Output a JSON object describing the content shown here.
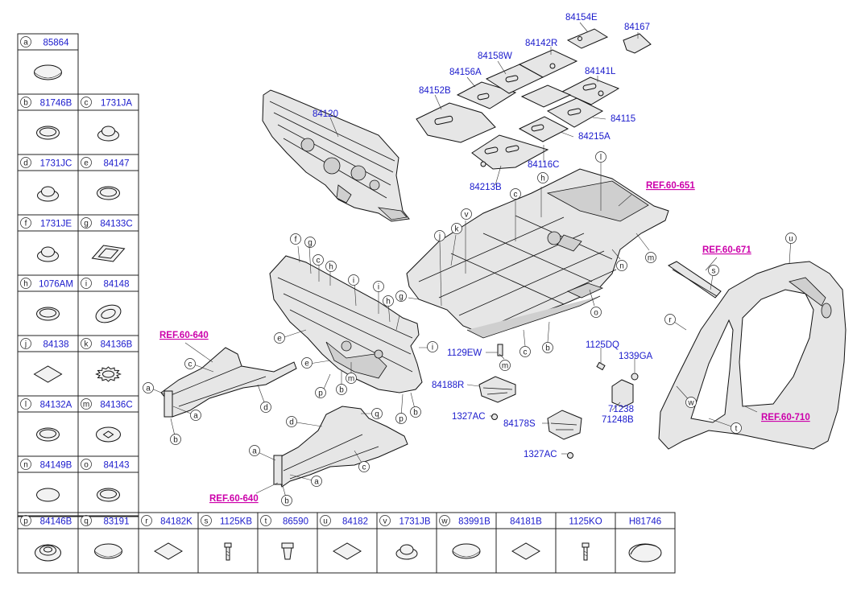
{
  "table": {
    "rows": [
      [
        {
          "letter": "a",
          "part": "85864",
          "icon": "round-cap"
        }
      ],
      [
        {
          "letter": "b",
          "part": "81746B",
          "icon": "round-plug"
        },
        {
          "letter": "c",
          "part": "1731JA",
          "icon": "dome-plug"
        }
      ],
      [
        {
          "letter": "d",
          "part": "1731JC",
          "icon": "dome-plug"
        },
        {
          "letter": "e",
          "part": "84147",
          "icon": "round-plug"
        }
      ],
      [
        {
          "letter": "f",
          "part": "1731JE",
          "icon": "dome-plug"
        },
        {
          "letter": "g",
          "part": "84133C",
          "icon": "rect-plug"
        }
      ],
      [
        {
          "letter": "h",
          "part": "1076AM",
          "icon": "round-plug"
        },
        {
          "letter": "i",
          "part": "84148",
          "icon": "oval-plug"
        }
      ],
      [
        {
          "letter": "j",
          "part": "84138",
          "icon": "pad"
        },
        {
          "letter": "k",
          "part": "84136B",
          "icon": "gear-plug"
        }
      ],
      [
        {
          "letter": "l",
          "part": "84132A",
          "icon": "round-plug"
        },
        {
          "letter": "m",
          "part": "84136C",
          "icon": "star-plug"
        }
      ],
      [
        {
          "letter": "n",
          "part": "84149B",
          "icon": "flat-oval"
        },
        {
          "letter": "o",
          "part": "84143",
          "icon": "round-plug"
        }
      ]
    ],
    "bottom": [
      {
        "letter": "p",
        "part": "84146B",
        "icon": "grommet"
      },
      {
        "letter": "q",
        "part": "83191",
        "icon": "round-cap"
      },
      {
        "letter": "r",
        "part": "84182K",
        "icon": "pad"
      },
      {
        "letter": "s",
        "part": "1125KB",
        "icon": "bolt"
      },
      {
        "letter": "t",
        "part": "86590",
        "icon": "clip"
      },
      {
        "letter": "u",
        "part": "84182",
        "icon": "pad"
      },
      {
        "letter": "v",
        "part": "1731JB",
        "icon": "dome-plug"
      },
      {
        "letter": "w",
        "part": "83991B",
        "icon": "round-cap"
      },
      {
        "letter": "",
        "part": "84181B",
        "icon": "pad"
      },
      {
        "letter": "",
        "part": "1125KO",
        "icon": "bolt"
      },
      {
        "letter": "",
        "part": "H81746",
        "icon": "big-cap"
      }
    ]
  },
  "callouts": {
    "p84120": "84120",
    "p84154E": "84154E",
    "p84167": "84167",
    "p84142R": "84142R",
    "p84158W": "84158W",
    "p84156A": "84156A",
    "p84141L": "84141L",
    "p84152B": "84152B",
    "p84115": "84115",
    "p84215A": "84215A",
    "p84116C": "84116C",
    "p84213B": "84213B",
    "p1129EW": "1129EW",
    "p84188R": "84188R",
    "p1327AC_1": "1327AC",
    "p84178S": "84178S",
    "p1327AC_2": "1327AC",
    "p1125DQ": "1125DQ",
    "p1339GA": "1339GA",
    "p71238": "71238",
    "p71248B": "71248B"
  },
  "refs": {
    "ref651": "REF.60-651",
    "ref671": "REF.60-671",
    "ref640a": "REF.60-640",
    "ref640b": "REF.60-640",
    "ref710": "REF.60-710"
  },
  "letters": [
    {
      "id": "l-h1",
      "t": "h"
    },
    {
      "id": "l-l1",
      "t": "l"
    },
    {
      "id": "l-c1",
      "t": "c"
    },
    {
      "id": "l-v1",
      "t": "v"
    },
    {
      "id": "l-k1",
      "t": "k"
    },
    {
      "id": "l-j1",
      "t": "j"
    },
    {
      "id": "l-n1",
      "t": "n"
    },
    {
      "id": "l-m1",
      "t": "m"
    },
    {
      "id": "l-g1",
      "t": "g"
    },
    {
      "id": "l-o1",
      "t": "o"
    },
    {
      "id": "l-c2",
      "t": "c"
    },
    {
      "id": "l-b1",
      "t": "b"
    },
    {
      "id": "l-m2",
      "t": "m"
    },
    {
      "id": "l-f1",
      "t": "f"
    },
    {
      "id": "l-g2",
      "t": "g"
    },
    {
      "id": "l-c3",
      "t": "c"
    },
    {
      "id": "l-h2",
      "t": "h"
    },
    {
      "id": "l-i1",
      "t": "i"
    },
    {
      "id": "l-i2",
      "t": "i"
    },
    {
      "id": "l-h3",
      "t": "h"
    },
    {
      "id": "l-i3",
      "t": "i"
    },
    {
      "id": "l-e1",
      "t": "e"
    },
    {
      "id": "l-e2",
      "t": "e"
    },
    {
      "id": "l-m3",
      "t": "m"
    },
    {
      "id": "l-b2",
      "t": "b"
    },
    {
      "id": "l-p1",
      "t": "p"
    },
    {
      "id": "l-p2",
      "t": "p"
    },
    {
      "id": "l-b3",
      "t": "b"
    },
    {
      "id": "l-c4",
      "t": "c"
    },
    {
      "id": "l-a1",
      "t": "a"
    },
    {
      "id": "l-a2",
      "t": "a"
    },
    {
      "id": "l-d1",
      "t": "d"
    },
    {
      "id": "l-b4",
      "t": "b"
    },
    {
      "id": "l-d2",
      "t": "d"
    },
    {
      "id": "l-q1",
      "t": "q"
    },
    {
      "id": "l-a3",
      "t": "a"
    },
    {
      "id": "l-c5",
      "t": "c"
    },
    {
      "id": "l-a4",
      "t": "a"
    },
    {
      "id": "l-b5",
      "t": "b"
    },
    {
      "id": "l-u1",
      "t": "u"
    },
    {
      "id": "l-s1",
      "t": "s"
    },
    {
      "id": "l-r1",
      "t": "r"
    },
    {
      "id": "l-w1",
      "t": "w"
    },
    {
      "id": "l-t1",
      "t": "t"
    }
  ]
}
